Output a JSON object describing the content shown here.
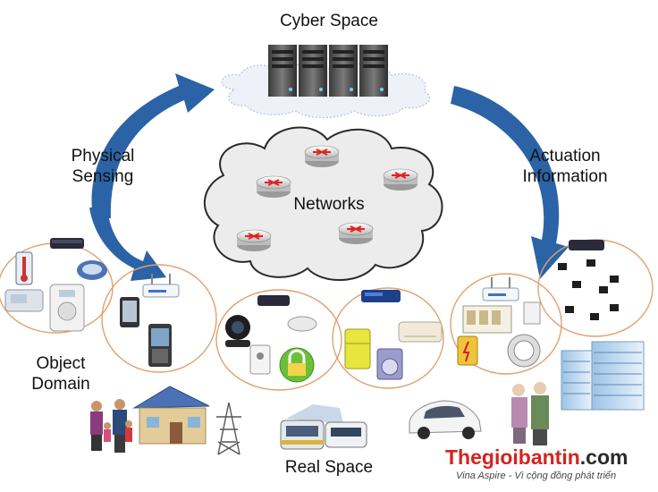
{
  "labels": {
    "cyber_space": "Cyber Space",
    "networks": "Networks",
    "physical_sensing_1": "Physical",
    "physical_sensing_2": "Sensing",
    "actuation_1": "Actuation",
    "actuation_2": "Information",
    "object_domain_1": "Object",
    "object_domain_2": "Domain",
    "real_space": "Real Space"
  },
  "watermark": {
    "brand_main": "Thegioibantin",
    "brand_suffix": ".com",
    "tagline": "Vina Aspire - Vì cộng đồng phát triển"
  },
  "colors": {
    "arrow_blue": "#2b63a6",
    "cloud_fill": "#eef1f8",
    "network_cloud_fill": "#ececec",
    "domain_circle": "#e0a070",
    "brand_red": "#d4231f",
    "brand_dark": "#2a2a2a"
  },
  "icons": [
    "server-rack-icon",
    "router-icon",
    "wifi-router-icon",
    "thermometer-icon",
    "scale-icon",
    "smartphone-icon",
    "webcam-icon",
    "lock-icon",
    "refrigerator-icon",
    "washing-machine-icon",
    "air-conditioner-icon",
    "electric-meter-icon",
    "battery-icon",
    "building-icon",
    "house-icon",
    "family-icon",
    "power-tower-icon",
    "bus-icon",
    "car-icon",
    "elderly-couple-icon",
    "sensor-node-icon"
  ]
}
